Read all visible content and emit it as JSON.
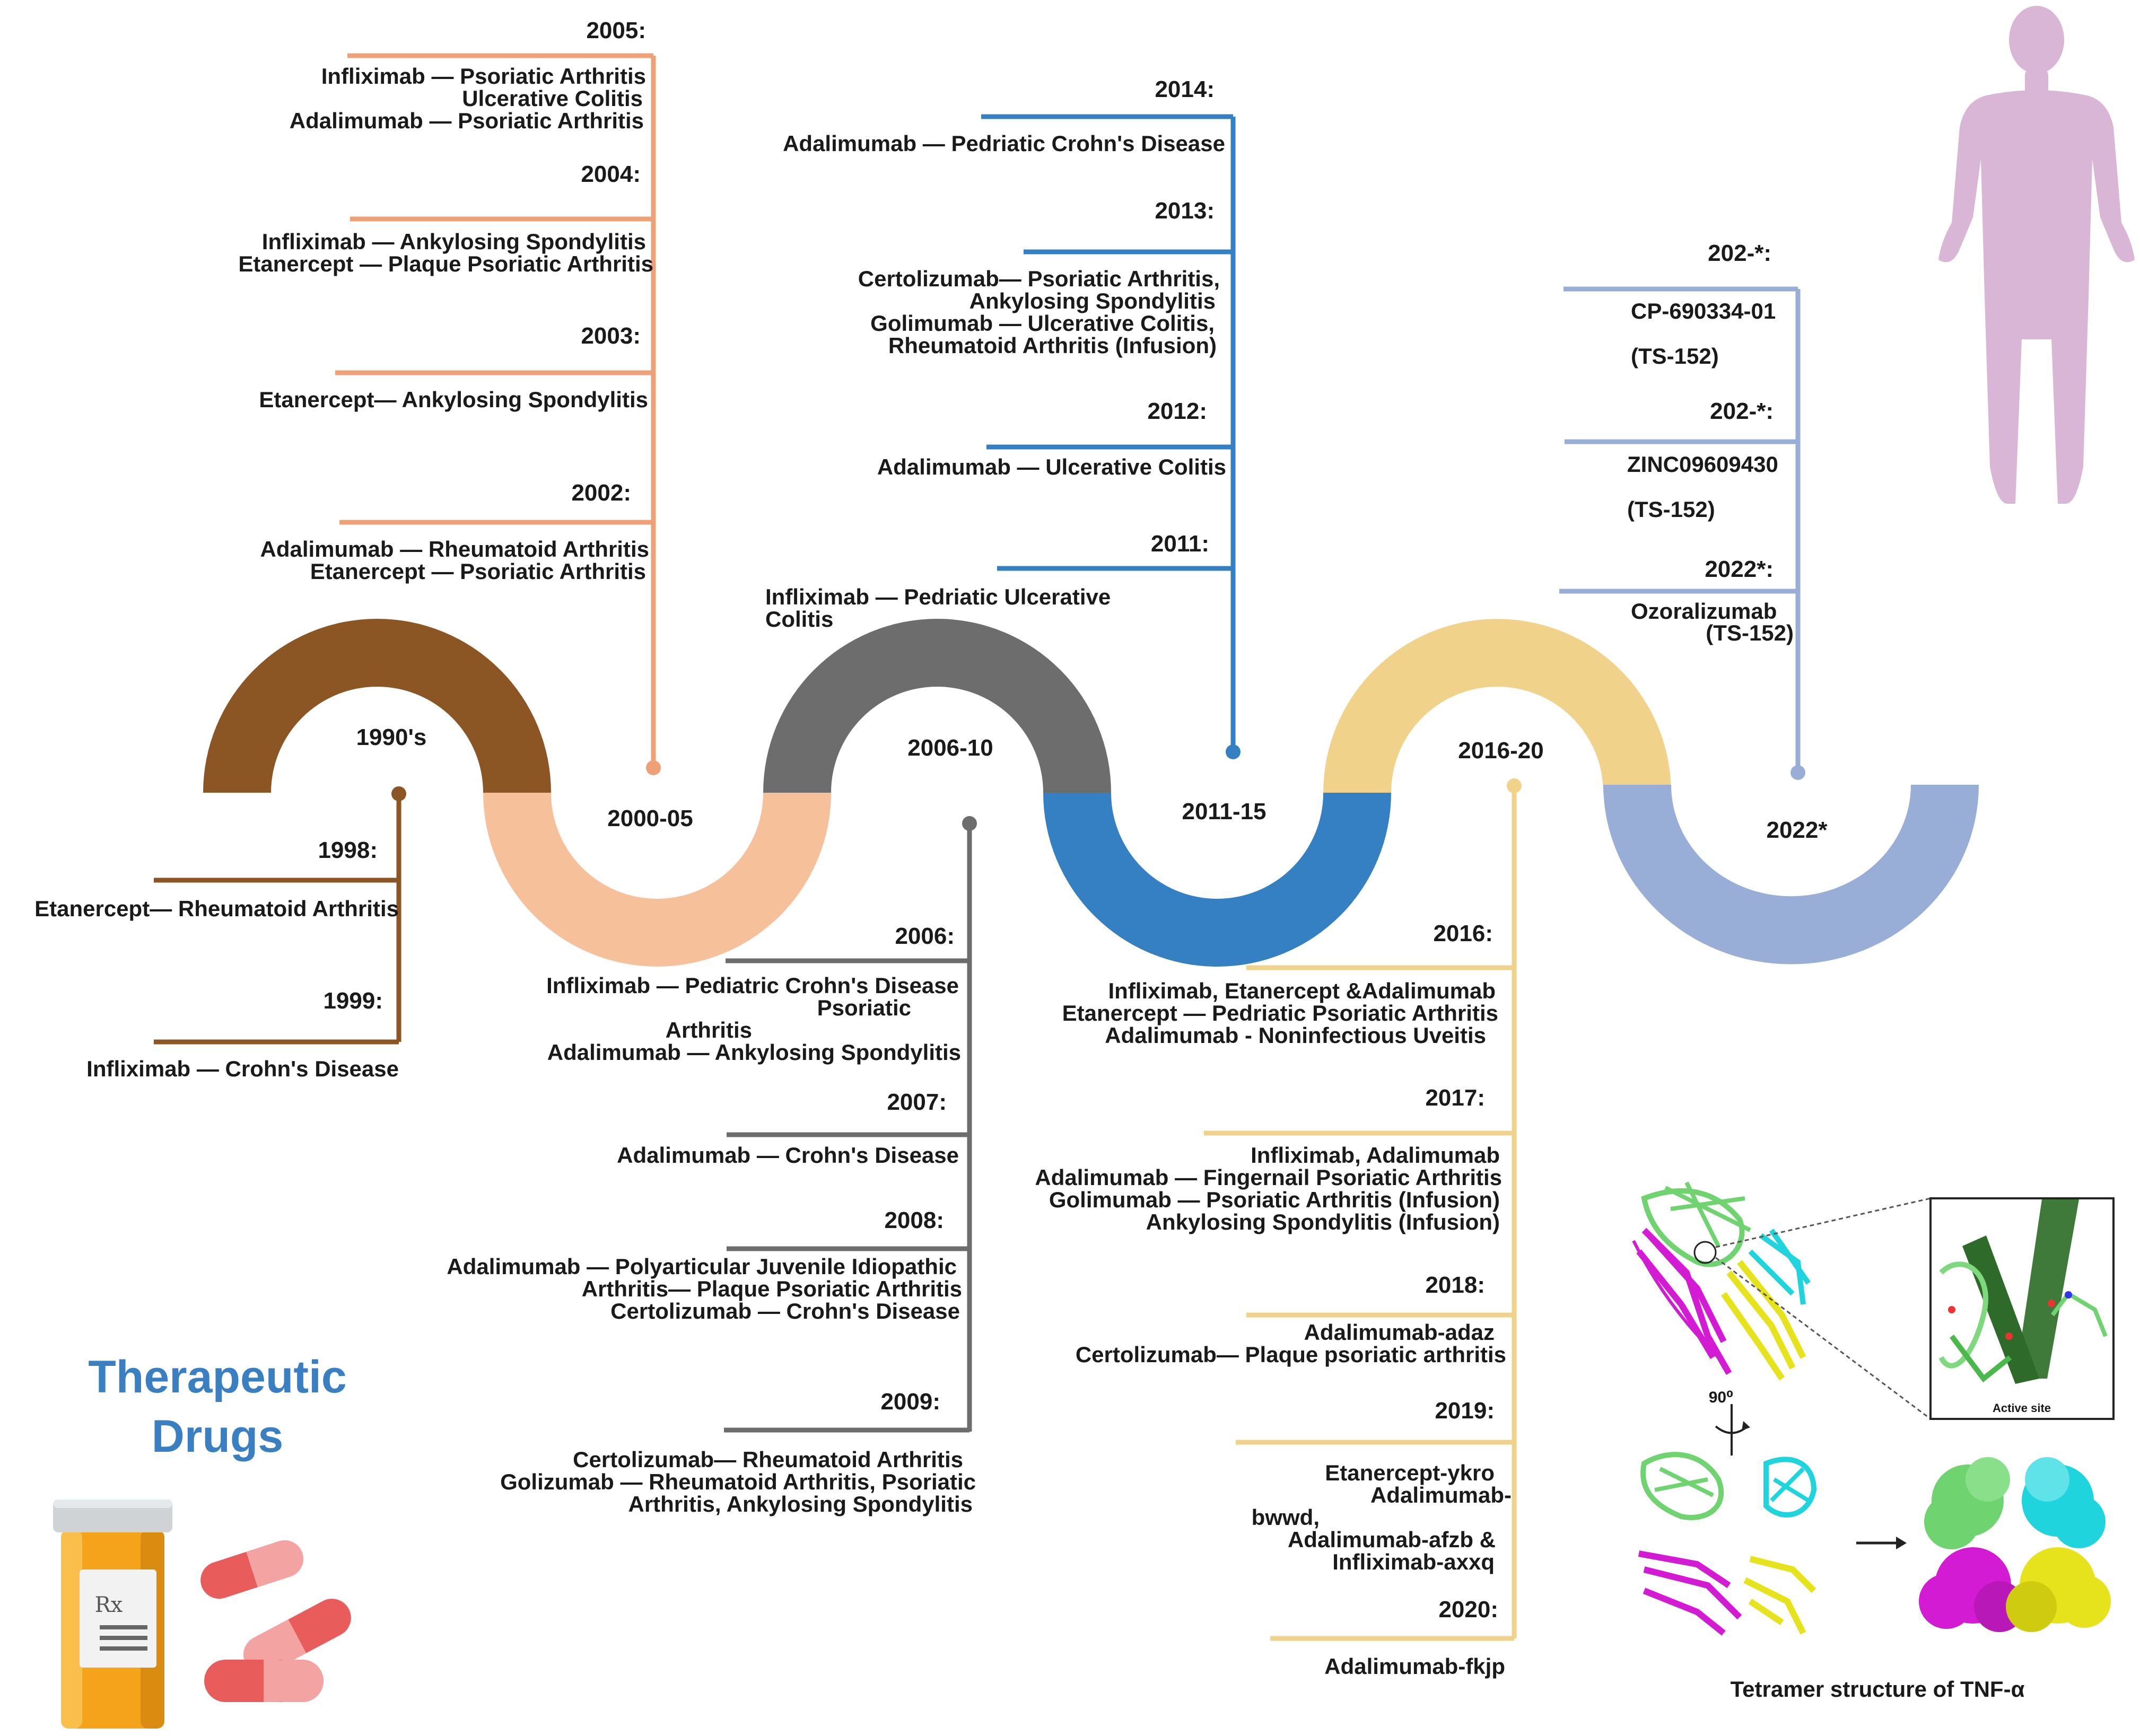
{
  "eras": [
    {
      "label": "1990's",
      "color": "#8b5524"
    },
    {
      "label": "2000-05",
      "color": "#f6c19a"
    },
    {
      "label": "2006-10",
      "color": "#6d6d6d"
    },
    {
      "label": "2011-15",
      "color": "#3580c2"
    },
    {
      "label": "2016-20",
      "color": "#f0d28b"
    },
    {
      "label": "2022*",
      "color": "#98aed6"
    }
  ],
  "timeline": {
    "e1990": [
      {
        "year": "1998:",
        "lines": [
          "Etanercept— Rheumatoid Arthritis"
        ]
      },
      {
        "year": "1999:",
        "lines": [
          "Infliximab — Crohn's Disease"
        ]
      }
    ],
    "e2000": [
      {
        "year": "2005:",
        "lines": [
          "Infliximab — Psoriatic Arthritis",
          "Ulcerative Colitis",
          "Adalimumab — Psoriatic Arthritis"
        ]
      },
      {
        "year": "2004:",
        "lines": [
          "Infliximab — Ankylosing Spondylitis",
          "Etanercept — Plaque Psoriatic Arthritis"
        ]
      },
      {
        "year": "2003:",
        "lines": [
          "Etanercept— Ankylosing Spondylitis"
        ]
      },
      {
        "year": "2002:",
        "lines": [
          "Adalimumab — Rheumatoid Arthritis",
          "Etanercept — Psoriatic Arthritis"
        ]
      }
    ],
    "e2006": [
      {
        "year": "2006:",
        "lines": [
          "Infliximab — Pediatric Crohn's Disease",
          "Psoriatic",
          "Arthritis",
          "Adalimumab — Ankylosing Spondylitis"
        ]
      },
      {
        "year": "2007:",
        "lines": [
          "Adalimumab — Crohn's Disease"
        ]
      },
      {
        "year": "2008:",
        "lines": [
          "Adalimumab — Polyarticular Juvenile Idiopathic",
          "Arthritis— Plaque Psoriatic Arthritis",
          "Certolizumab — Crohn's Disease"
        ]
      },
      {
        "year": "2009:",
        "lines": [
          "Certolizumab— Rheumatoid Arthritis",
          "Golizumab — Rheumatoid Arthritis, Psoriatic",
          "Arthritis, Ankylosing Spondylitis"
        ]
      }
    ],
    "e2011": [
      {
        "year": "2014:",
        "lines": [
          "Adalimumab — Pedriatic Crohn's Disease"
        ]
      },
      {
        "year": "2013:",
        "lines": [
          "Certolizumab— Psoriatic Arthritis,",
          "Ankylosing Spondylitis",
          "Golimumab — Ulcerative Colitis,",
          "Rheumatoid  Arthritis (Infusion)"
        ]
      },
      {
        "year": "2012:",
        "lines": [
          "Adalimumab — Ulcerative Colitis"
        ]
      },
      {
        "year": "2011:",
        "lines": [
          "Infliximab — Pedriatic Ulcerative",
          "Colitis"
        ]
      }
    ],
    "e2016": [
      {
        "year": "2016:",
        "lines": [
          "Infliximab, Etanercept &Adalimumab",
          "Etanercept — Pedriatic Psoriatic Arthritis",
          "Adalimumab - Noninfectious Uveitis"
        ]
      },
      {
        "year": "2017:",
        "lines": [
          "Infliximab, Adalimumab",
          "Adalimumab — Fingernail Psoriatic Arthritis",
          "Golimumab — Psoriatic Arthritis (Infusion)",
          "Ankylosing Spondylitis (Infusion)"
        ]
      },
      {
        "year": "2018:",
        "lines": [
          "Adalimumab-adaz",
          "Certolizumab— Plaque psoriatic arthritis"
        ]
      },
      {
        "year": "2019:",
        "lines": [
          "Etanercept-ykro",
          "Adalimumab-",
          "bwwd,",
          "Adalimumab-afzb &",
          "Infliximab-axxq"
        ]
      },
      {
        "year": "2020:",
        "lines": [
          "Adalimumab-fkjp"
        ]
      }
    ],
    "e2022": [
      {
        "year": "202-*:",
        "lines": [
          "CP-690334-01",
          "(TS-152)"
        ]
      },
      {
        "year": "202-*:",
        "lines": [
          "ZINC09609430",
          "(TS-152)"
        ]
      },
      {
        "year": "2022*:",
        "lines": [
          "Ozoralizumab",
          "(TS-152)"
        ]
      }
    ]
  },
  "therapeutic_title": [
    "Therapeutic",
    "Drugs"
  ],
  "rx_label": "Rx",
  "tnf": {
    "caption": "Tetramer structure of TNF-α",
    "rotation": "90⁰",
    "inset_label": "Active site",
    "colors": {
      "green": "#6fd36f",
      "magenta": "#d21bd2",
      "cyan": "#1fd4dc",
      "yellow": "#e6e21c"
    }
  },
  "human_color": "#d9b5d6"
}
